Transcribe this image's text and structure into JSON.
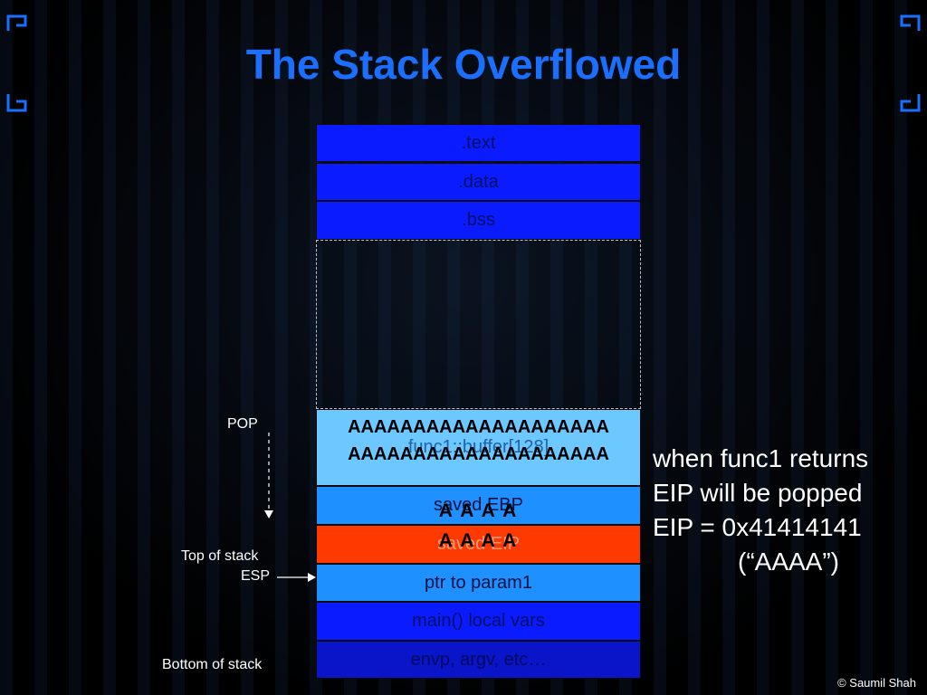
{
  "title": "The Stack Overflowed",
  "segments": {
    "text": ".text",
    "data": ".data",
    "bss": ".bss"
  },
  "stack": {
    "buffer": "func1::buffer[128]",
    "overflow_line1": "AAAAAAAAAAAAAAAAAAAA",
    "overflow_line2": "AAAAAAAAAAAAAAAAAAAA",
    "saved_ebp": "saved EBP",
    "saved_ebp_overwrite": "A A A A",
    "saved_eip": "saved EIP",
    "saved_eip_overwrite": "A A A A",
    "ptr_param": "ptr to param1",
    "main_locals": "main() local vars",
    "envp": "envp, argv, etc…"
  },
  "labels": {
    "pop": "POP",
    "top_of_stack": "Top of stack",
    "esp": "ESP",
    "bottom_of_stack": "Bottom of stack"
  },
  "explanation": {
    "line1": "when func1 returns",
    "line2": "EIP will be popped",
    "line3": "EIP = 0x41414141",
    "line4": "(“AAAA”)"
  },
  "copyright": "© Saumil Shah",
  "colors": {
    "title": "#1a6fff",
    "segment_blue": "#0b1bff",
    "stack_light_blue": "#1e90ff",
    "buffer_sky": "#6cc8ff",
    "saved_eip_red": "#ff3a00"
  }
}
